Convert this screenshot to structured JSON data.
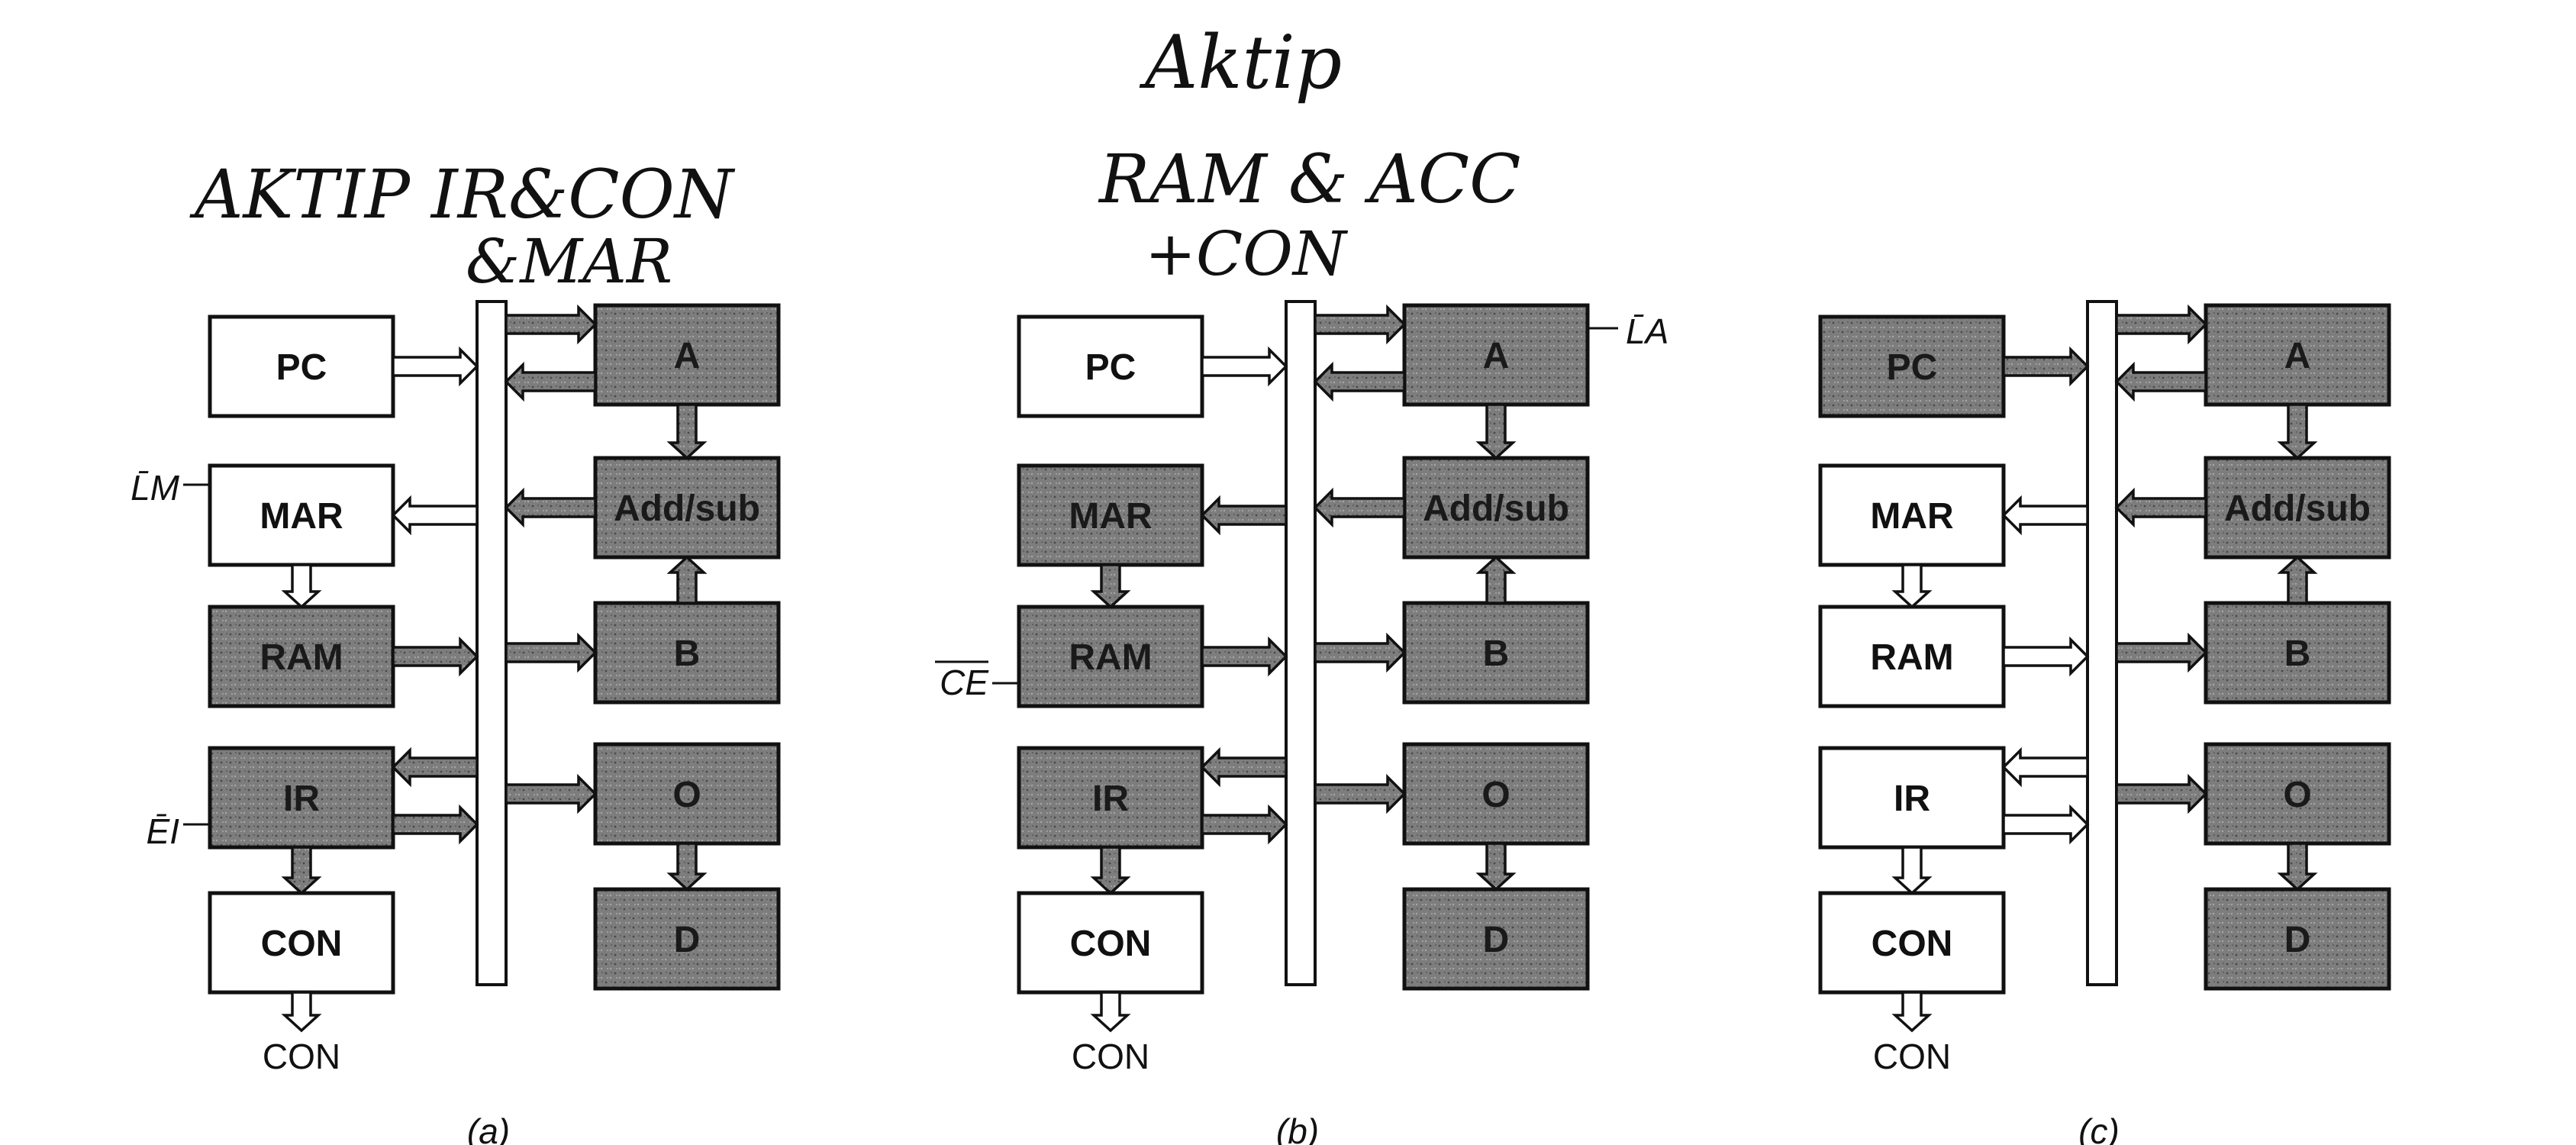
{
  "handwriting": {
    "title": "Aktip",
    "note_a_line1": "AKTIP IR&CON",
    "note_a_line2": "&MAR",
    "note_b_line1": "RAM & ACC",
    "note_b_line2": "+CON"
  },
  "colors": {
    "active_fill": "#7d7d7d",
    "inactive_fill": "#ffffff",
    "stroke": "#111111"
  },
  "diagrams": [
    {
      "caption": "(a)",
      "blocks": {
        "pc": {
          "label": "PC",
          "active": false
        },
        "mar": {
          "label": "MAR",
          "active": false
        },
        "ram": {
          "label": "RAM",
          "active": true
        },
        "ir": {
          "label": "IR",
          "active": true
        },
        "con": {
          "label": "CON",
          "active": false
        },
        "a": {
          "label": "A",
          "active": true
        },
        "addsub": {
          "label": "Add/sub",
          "active": true
        },
        "b": {
          "label": "B",
          "active": true
        },
        "o": {
          "label": "O",
          "active": true
        },
        "d": {
          "label": "D",
          "active": true
        }
      },
      "signals": {
        "mar": "L̄M",
        "ram": "",
        "ir": "ĒI",
        "a": ""
      },
      "con_output": "CON"
    },
    {
      "caption": "(b)",
      "blocks": {
        "pc": {
          "label": "PC",
          "active": false
        },
        "mar": {
          "label": "MAR",
          "active": true
        },
        "ram": {
          "label": "RAM",
          "active": true
        },
        "ir": {
          "label": "IR",
          "active": true
        },
        "con": {
          "label": "CON",
          "active": false
        },
        "a": {
          "label": "A",
          "active": true
        },
        "addsub": {
          "label": "Add/sub",
          "active": true
        },
        "b": {
          "label": "B",
          "active": true
        },
        "o": {
          "label": "O",
          "active": true
        },
        "d": {
          "label": "D",
          "active": true
        }
      },
      "signals": {
        "mar": "",
        "ram": "CE",
        "ir": "",
        "a": "L̄A"
      },
      "con_output": "CON"
    },
    {
      "caption": "(c)",
      "blocks": {
        "pc": {
          "label": "PC",
          "active": true
        },
        "mar": {
          "label": "MAR",
          "active": false
        },
        "ram": {
          "label": "RAM",
          "active": false
        },
        "ir": {
          "label": "IR",
          "active": false
        },
        "con": {
          "label": "CON",
          "active": false
        },
        "a": {
          "label": "A",
          "active": true
        },
        "addsub": {
          "label": "Add/sub",
          "active": true
        },
        "b": {
          "label": "B",
          "active": true
        },
        "o": {
          "label": "O",
          "active": true
        },
        "d": {
          "label": "D",
          "active": true
        }
      },
      "signals": {
        "mar": "",
        "ram": "",
        "ir": "",
        "a": ""
      },
      "con_output": "CON"
    }
  ]
}
